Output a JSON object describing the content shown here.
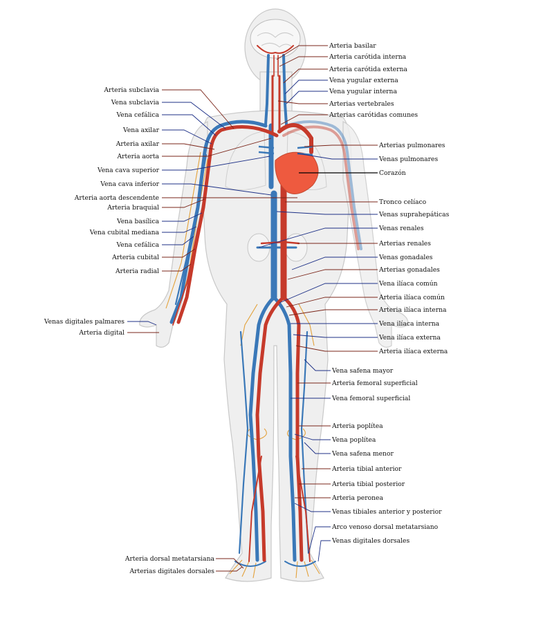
{
  "colors": {
    "artery": "#c63a2b",
    "vein": "#3a78b8",
    "heart": "#ee5a3f",
    "body": "#efefef",
    "outline": "#c8c8c8",
    "nerve": "#e3a13a"
  },
  "labels_left": [
    {
      "id": "arteria-subclavia",
      "text": "Arteria subclavia"
    },
    {
      "id": "vena-subclavia",
      "text": "Vena subclavia"
    },
    {
      "id": "vena-cefalica-1",
      "text": "Vena cefálica"
    },
    {
      "id": "vena-axilar",
      "text": "Vena axilar"
    },
    {
      "id": "arteria-axilar",
      "text": "Arteria axilar"
    },
    {
      "id": "arteria-aorta",
      "text": "Arteria aorta"
    },
    {
      "id": "vena-cava-superior",
      "text": "Vena cava superior"
    },
    {
      "id": "vena-cava-inferior",
      "text": "Vena cava inferior"
    },
    {
      "id": "arteria-aorta-descendente",
      "text": "Arteria aorta descendente"
    },
    {
      "id": "arteria-braquial",
      "text": "Arteria braquial"
    },
    {
      "id": "vena-basilica",
      "text": "Vena basílica"
    },
    {
      "id": "vena-cubital-mediana",
      "text": "Vena cubital mediana"
    },
    {
      "id": "vena-cefalica-2",
      "text": "Vena cefálica"
    },
    {
      "id": "arteria-cubital",
      "text": "Arteria cubital"
    },
    {
      "id": "arteria-radial",
      "text": "Arteria radial"
    },
    {
      "id": "venas-digitales-palmares",
      "text": "Venas digitales palmares"
    },
    {
      "id": "arteria-digital",
      "text": "Arteria digital"
    },
    {
      "id": "arteria-dorsal-metatarsiana",
      "text": "Arteria dorsal metatarsiana"
    },
    {
      "id": "arterias-digitales-dorsales",
      "text": "Arterias digitales dorsales"
    }
  ],
  "labels_right": [
    {
      "id": "arteria-basilar",
      "text": "Arteria basilar"
    },
    {
      "id": "arteria-carotida-interna",
      "text": "Arteria carótida interna"
    },
    {
      "id": "arteria-carotida-externa",
      "text": "Arteria carótida externa"
    },
    {
      "id": "vena-yugular-externa",
      "text": "Vena yugular externa"
    },
    {
      "id": "vena-yugular-interna",
      "text": "Vena yugular interna"
    },
    {
      "id": "arterias-vertebrales",
      "text": "Arterias vertebrales"
    },
    {
      "id": "arterias-carotidas-comunes",
      "text": "Arterias carótidas comunes"
    },
    {
      "id": "arterias-pulmonares",
      "text": "Arterias pulmonares"
    },
    {
      "id": "venas-pulmonares",
      "text": "Venas pulmonares"
    },
    {
      "id": "corazon",
      "text": "Corazón"
    },
    {
      "id": "tronco-celiaco",
      "text": "Tronco celíaco"
    },
    {
      "id": "venas-suprahepaticas",
      "text": "Venas suprahepáticas"
    },
    {
      "id": "venas-renales",
      "text": "Venas renales"
    },
    {
      "id": "arterias-renales",
      "text": "Arterias renales"
    },
    {
      "id": "venas-gonadales",
      "text": "Venas gonadales"
    },
    {
      "id": "arterias-gonadales",
      "text": "Arterias gonadales"
    },
    {
      "id": "vena-iliaca-comun",
      "text": "Vena ilíaca común"
    },
    {
      "id": "arteria-iliaca-comun",
      "text": "Arteria ilíaca común"
    },
    {
      "id": "arteria-iliaca-interna",
      "text": "Arteria ilíaca interna"
    },
    {
      "id": "vena-iliaca-interna",
      "text": "Vena ilíaca interna"
    },
    {
      "id": "vena-iliaca-externa",
      "text": "Vena ilíaca externa"
    },
    {
      "id": "arteria-iliaca-externa",
      "text": "Arteria ilíaca externa"
    },
    {
      "id": "vena-safena-mayor",
      "text": "Vena safena mayor"
    },
    {
      "id": "arteria-femoral-superficial",
      "text": "Arteria femoral superficial"
    },
    {
      "id": "vena-femoral-superficial",
      "text": "Vena femoral superficial"
    },
    {
      "id": "arteria-poplitea",
      "text": "Arteria poplítea"
    },
    {
      "id": "vena-poplitea",
      "text": "Vena poplítea"
    },
    {
      "id": "vena-safena-menor",
      "text": "Vena safena menor"
    },
    {
      "id": "arteria-tibial-anterior",
      "text": "Arteria tibial anterior"
    },
    {
      "id": "arteria-tibial-posterior",
      "text": "Arteria tibial posterior"
    },
    {
      "id": "arteria-peronea",
      "text": "Arteria peronea"
    },
    {
      "id": "venas-tibiales",
      "text": "Venas tibiales anterior y posterior"
    },
    {
      "id": "arco-venoso",
      "text": "Arco venoso dorsal metatarsiano"
    },
    {
      "id": "venas-digitales-dorsales",
      "text": "Venas digitales dorsales"
    }
  ]
}
